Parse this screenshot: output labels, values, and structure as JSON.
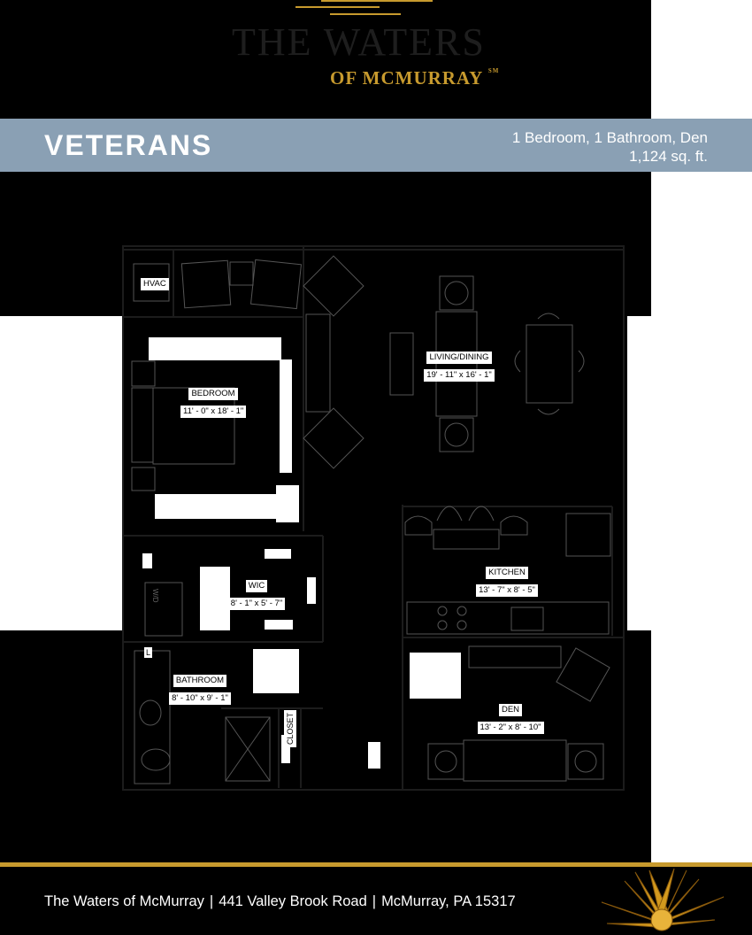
{
  "brand": {
    "line1": "THE WATERS",
    "line2": "OF MCMURRAY",
    "mark": "SM",
    "gold": "#c79a2e"
  },
  "plan": {
    "name": "VETERANS",
    "description": "1 Bedroom, 1 Bathroom, Den",
    "area": "1,124 sq. ft.",
    "band_color": "#8aa0b4"
  },
  "rooms": {
    "hvac": "HVAC",
    "bedroom": {
      "name": "BEDROOM",
      "dims": "11' - 0\" x 18' - 1\""
    },
    "living": {
      "name": "LIVING/DINING",
      "dims": "19' - 11\" x 16' - 1\""
    },
    "kitchen": {
      "name": "KITCHEN",
      "dims": "13' - 7\" x 8' - 5\""
    },
    "wic": {
      "name": "WIC",
      "dims": "8' - 1\" x 5' - 7\""
    },
    "bathroom": {
      "name": "BATHROOM",
      "dims": "8' - 10\" x 9' - 1\""
    },
    "den": {
      "name": "DEN",
      "dims": "13' - 2\" x 8' - 10\""
    },
    "closet": "CLOSET",
    "laundry": "L",
    "washer_dryer": "W/D"
  },
  "footer": {
    "name": "The Waters of McMurray",
    "address": "441 Valley Brook Road",
    "city": "McMurray, PA 15317",
    "separator": "|"
  }
}
